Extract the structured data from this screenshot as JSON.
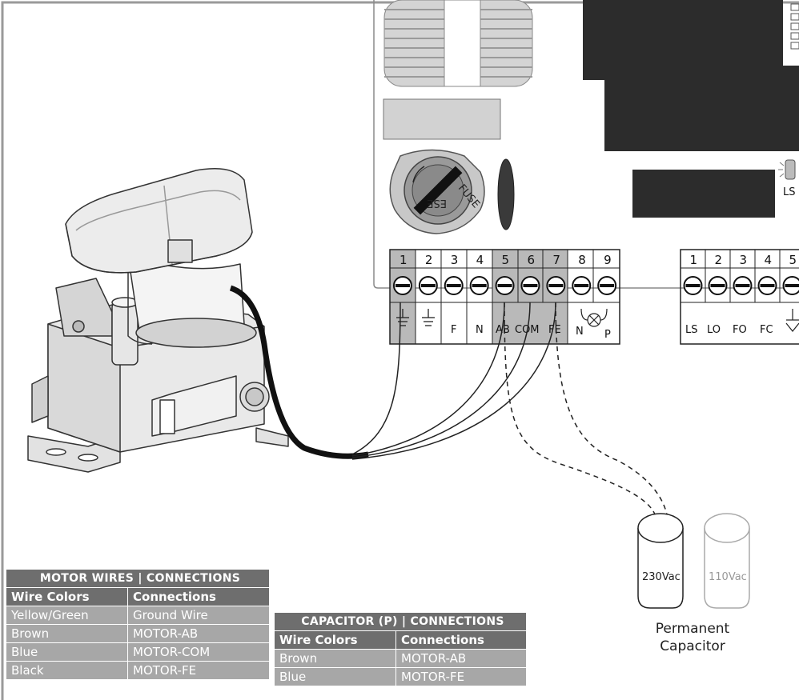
{
  "terminals_left": {
    "numbers": [
      "1",
      "2",
      "3",
      "4",
      "5",
      "6",
      "7",
      "8",
      "9"
    ],
    "labels": [
      "F",
      "N",
      "AB",
      "COM",
      "FE",
      "N",
      "P"
    ]
  },
  "terminals_right": {
    "numbers": [
      "1",
      "2",
      "3",
      "4",
      "5"
    ],
    "labels": [
      "LS",
      "LO",
      "FO",
      "FC"
    ]
  },
  "board": {
    "fuse_label": "FUSE",
    "led_label": "LS"
  },
  "capacitor": {
    "label_230": "230Vac",
    "label_110": "110Vac",
    "caption_line1": "Permanent",
    "caption_line2": "Capacitor"
  },
  "motor_table": {
    "title": "MOTOR WIRES | CONNECTIONS",
    "headers": [
      "Wire Colors",
      "Connections"
    ],
    "rows": [
      [
        "Yellow/Green",
        "Ground Wire"
      ],
      [
        "Brown",
        "MOTOR-AB"
      ],
      [
        "Blue",
        "MOTOR-COM"
      ],
      [
        "Black",
        "MOTOR-FE"
      ]
    ]
  },
  "capacitor_table": {
    "title": "CAPACITOR (P) | CONNECTIONS",
    "headers": [
      "Wire Colors",
      "Connections"
    ],
    "rows": [
      [
        "Brown",
        "MOTOR-AB"
      ],
      [
        "Blue",
        "MOTOR-FE"
      ]
    ]
  }
}
